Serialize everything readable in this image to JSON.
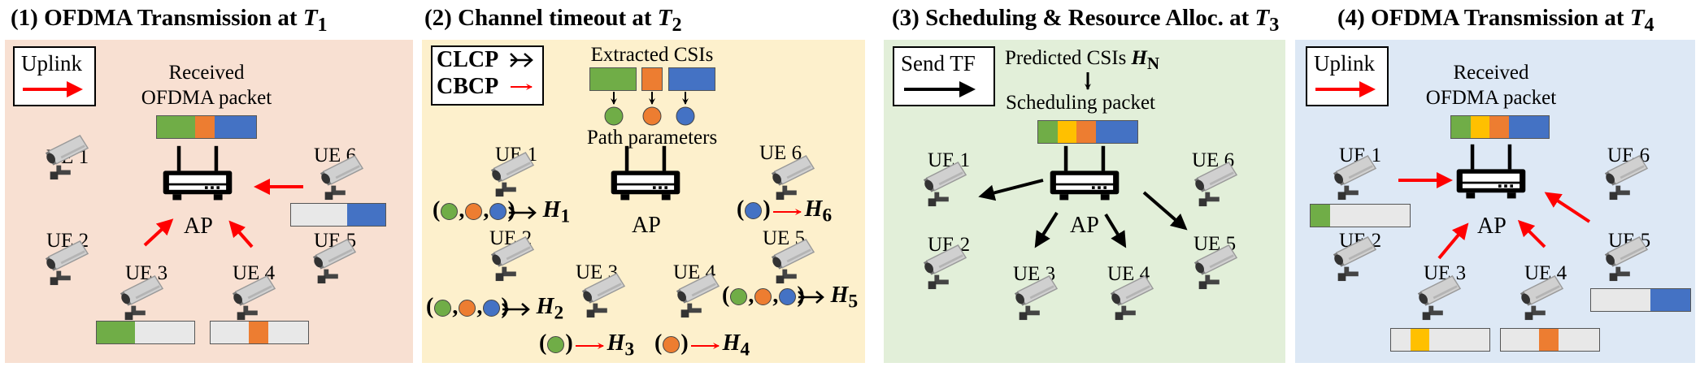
{
  "panels": [
    {
      "title_main": "(1) OFDMA Transmission at ",
      "title_var": "T",
      "title_sub": "1",
      "bg": "#f8e0d2"
    },
    {
      "title_main": "(2) Channel timeout at ",
      "title_var": "T",
      "title_sub": "2",
      "bg": "#fdf0cc"
    },
    {
      "title_main": "(3) Scheduling & Resource Alloc. at ",
      "title_var": "T",
      "title_sub": "3",
      "bg": "#e2efd9"
    },
    {
      "title_main": "(4) OFDMA Transmission at ",
      "title_var": "T",
      "title_sub": "4",
      "bg": "#dde8f5"
    }
  ],
  "common": {
    "ap": "AP",
    "ue1": "UE 1",
    "ue2": "UE 2",
    "ue3": "UE 3",
    "ue4": "UE 4",
    "ue5": "UE 5",
    "ue6": "UE 6"
  },
  "p1": {
    "legend": "Uplink",
    "received_line1": "Received",
    "received_line2": "OFDMA packet"
  },
  "p2": {
    "legend_clcp": "CLCP",
    "legend_cbcp": "CBCP",
    "extracted": "Extracted CSIs",
    "path_params": "Path parameters",
    "h1": "H",
    "h1_sub": "1",
    "h2": "H",
    "h2_sub": "2",
    "h3": "H",
    "h3_sub": "3",
    "h4": "H",
    "h4_sub": "4",
    "h5": "H",
    "h5_sub": "5",
    "h6": "H",
    "h6_sub": "6",
    "open_paren": "(",
    "close_paren": ")",
    "comma": ","
  },
  "p3": {
    "legend": "Send TF",
    "predicted": "Predicted CSIs ",
    "predicted_var": "H",
    "predicted_sub": "N",
    "scheduling": "Scheduling packet"
  },
  "p4": {
    "legend": "Uplink",
    "received_line1": "Received",
    "received_line2": "OFDMA packet"
  },
  "colors": {
    "green": "#70ad47",
    "orange": "#ed7d31",
    "blue": "#4472c4",
    "yellow": "#ffc000",
    "grey": "#e8e8e8",
    "red": "#ff0000",
    "camera": "#d0d0d0"
  },
  "icons": [
    "router-icon",
    "security-camera-icon"
  ]
}
